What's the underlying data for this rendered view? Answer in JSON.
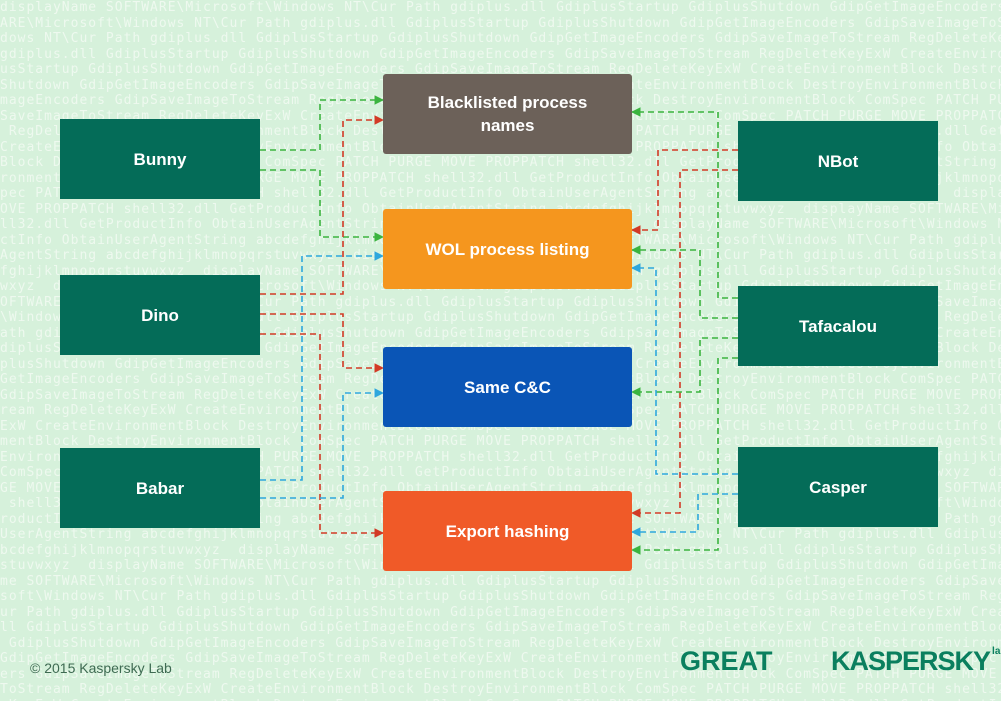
{
  "nodes": {
    "bunny": "Bunny",
    "dino": "Dino",
    "babar": "Babar",
    "nbot": "NBot",
    "tafacalou": "Tafacalou",
    "casper": "Casper",
    "blacklisted": "Blacklisted process names",
    "wol": "WOL process listing",
    "samecc": "Same C&C",
    "export": "Export hashing"
  },
  "footer": {
    "copyright": "© 2015 Kaspersky Lab",
    "great_logo": "GREAT",
    "kaspersky_logo": "KASPERSKY",
    "kaspersky_lab": "lab"
  },
  "colors": {
    "background": "#d6f1db",
    "group_box": "#046c58",
    "blacklisted": "#6c6159",
    "wol": "#f5961e",
    "samecc": "#0a55b6",
    "export": "#f05a28",
    "green_link": "#3bb43f",
    "red_link": "#d23a26",
    "blue_link": "#2ea7dd"
  },
  "background_code": "displayName SOFTWARE\\Microsoft\\Windows NT\\Cur Path gdiplus.dll GdiplusStartup GdiplusShutdown GdipGetImageEncoders GdipSaveImageToStream RegDeleteKeyExW CreateEnvironmentBlock DestroyEnvironmentBlock ComSpec PATCH PURGE MOVE PROPPATCH shell32.dll GetProductInfo ObtainUserAgentString abcdefghijklmnopqrstuvwxyz"
}
